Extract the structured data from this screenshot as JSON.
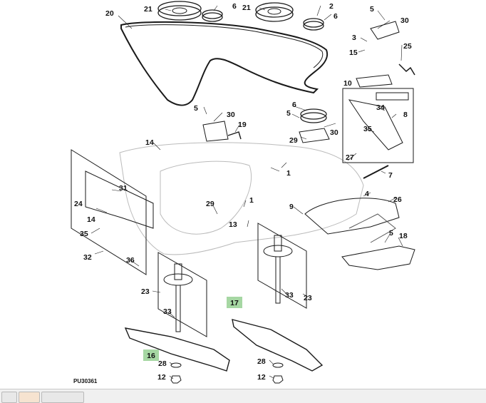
{
  "diagram": {
    "reference_code": "PU30361",
    "highlight_color": "#a6d7a3",
    "callouts": [
      {
        "id": "c21a",
        "label": "21"
      },
      {
        "id": "c6a",
        "label": "6"
      },
      {
        "id": "c21b",
        "label": "21"
      },
      {
        "id": "c2",
        "label": "2"
      },
      {
        "id": "c6b",
        "label": "6"
      },
      {
        "id": "c5a",
        "label": "5"
      },
      {
        "id": "c30a",
        "label": "30"
      },
      {
        "id": "c20",
        "label": "20"
      },
      {
        "id": "c3",
        "label": "3"
      },
      {
        "id": "c15",
        "label": "15"
      },
      {
        "id": "c25",
        "label": "25"
      },
      {
        "id": "c10",
        "label": "10"
      },
      {
        "id": "c34",
        "label": "34"
      },
      {
        "id": "c8",
        "label": "8"
      },
      {
        "id": "c35a",
        "label": "35"
      },
      {
        "id": "c27",
        "label": "27"
      },
      {
        "id": "c7",
        "label": "7"
      },
      {
        "id": "c5b",
        "label": "5"
      },
      {
        "id": "c30b",
        "label": "30"
      },
      {
        "id": "c19",
        "label": "19"
      },
      {
        "id": "c6c",
        "label": "6"
      },
      {
        "id": "c5c",
        "label": "5"
      },
      {
        "id": "c30c",
        "label": "30"
      },
      {
        "id": "c29a",
        "label": "29"
      },
      {
        "id": "c14a",
        "label": "14"
      },
      {
        "id": "c1a",
        "label": "1"
      },
      {
        "id": "c31",
        "label": "31"
      },
      {
        "id": "c24",
        "label": "24"
      },
      {
        "id": "c14b",
        "label": "14"
      },
      {
        "id": "c35b",
        "label": "35"
      },
      {
        "id": "c32",
        "label": "32"
      },
      {
        "id": "c36",
        "label": "36"
      },
      {
        "id": "c29b",
        "label": "29"
      },
      {
        "id": "c1b",
        "label": "1"
      },
      {
        "id": "c13",
        "label": "13"
      },
      {
        "id": "c9",
        "label": "9"
      },
      {
        "id": "c4",
        "label": "4"
      },
      {
        "id": "c26",
        "label": "26"
      },
      {
        "id": "c5d",
        "label": "5"
      },
      {
        "id": "c18",
        "label": "18"
      },
      {
        "id": "c23a",
        "label": "23"
      },
      {
        "id": "c33a",
        "label": "33"
      },
      {
        "id": "c23b",
        "label": "23"
      },
      {
        "id": "c33b",
        "label": "33"
      },
      {
        "id": "c28a",
        "label": "28"
      },
      {
        "id": "c12a",
        "label": "12"
      },
      {
        "id": "c28b",
        "label": "28"
      },
      {
        "id": "c12b",
        "label": "12"
      }
    ],
    "highlighted_callouts": [
      {
        "id": "h17",
        "label": "17"
      },
      {
        "id": "h16",
        "label": "16"
      }
    ]
  }
}
